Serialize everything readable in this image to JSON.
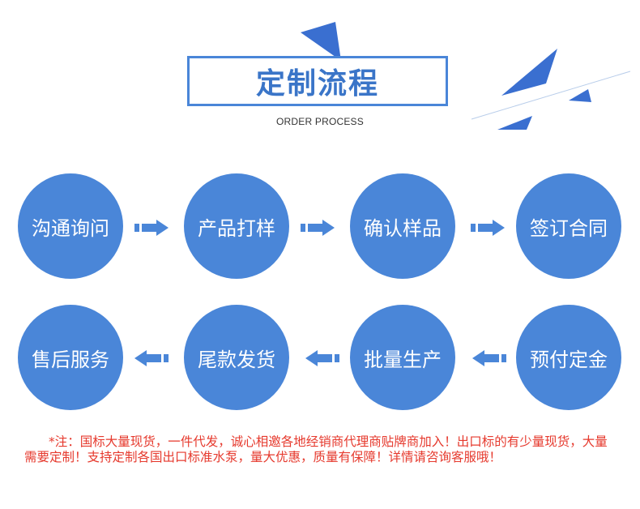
{
  "header": {
    "title": "定制流程",
    "subtitle": "ORDER PROCESS"
  },
  "colors": {
    "accent": "#4a86d8",
    "note": "#e63a2e"
  },
  "process": {
    "row1": [
      "沟通询问",
      "产品打样",
      "确认样品",
      "签订合同"
    ],
    "row2": [
      "售后服务",
      "尾款发货",
      "批量生产",
      "预付定金"
    ]
  },
  "icons": {
    "right": "arrow-right-icon",
    "left": "arrow-left-icon"
  },
  "note": "*注：国标大量现货，一件代发，诚心相邀各地经销商代理商贴牌商加入！出口标的有少量现货，大量需要定制！支持定制各国出口标准水泵，量大优惠，质量有保障！详情请咨询客服哦！"
}
